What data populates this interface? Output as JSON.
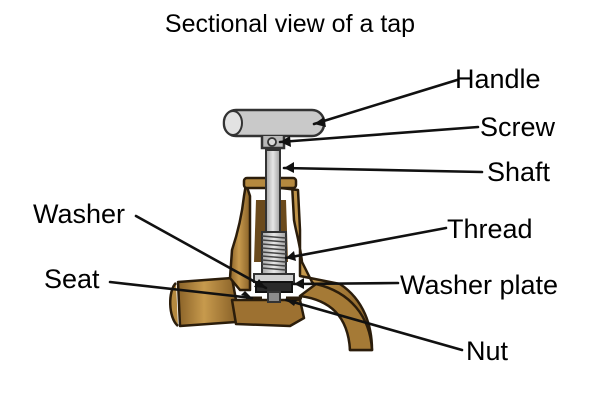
{
  "title": "Sectional view of a tap",
  "labels": {
    "handle": "Handle",
    "screw": "Screw",
    "shaft": "Shaft",
    "washer": "Washer",
    "thread": "Thread",
    "seat": "Seat",
    "washer_plate": "Washer plate",
    "nut": "Nut"
  },
  "colors": {
    "brass": "#b5893f",
    "brass_dark": "#7a5422",
    "brass_light": "#d6b06a",
    "steel": "#c9c9c9",
    "steel_dark": "#9a9a9a",
    "washer": "#2a2a2a"
  }
}
